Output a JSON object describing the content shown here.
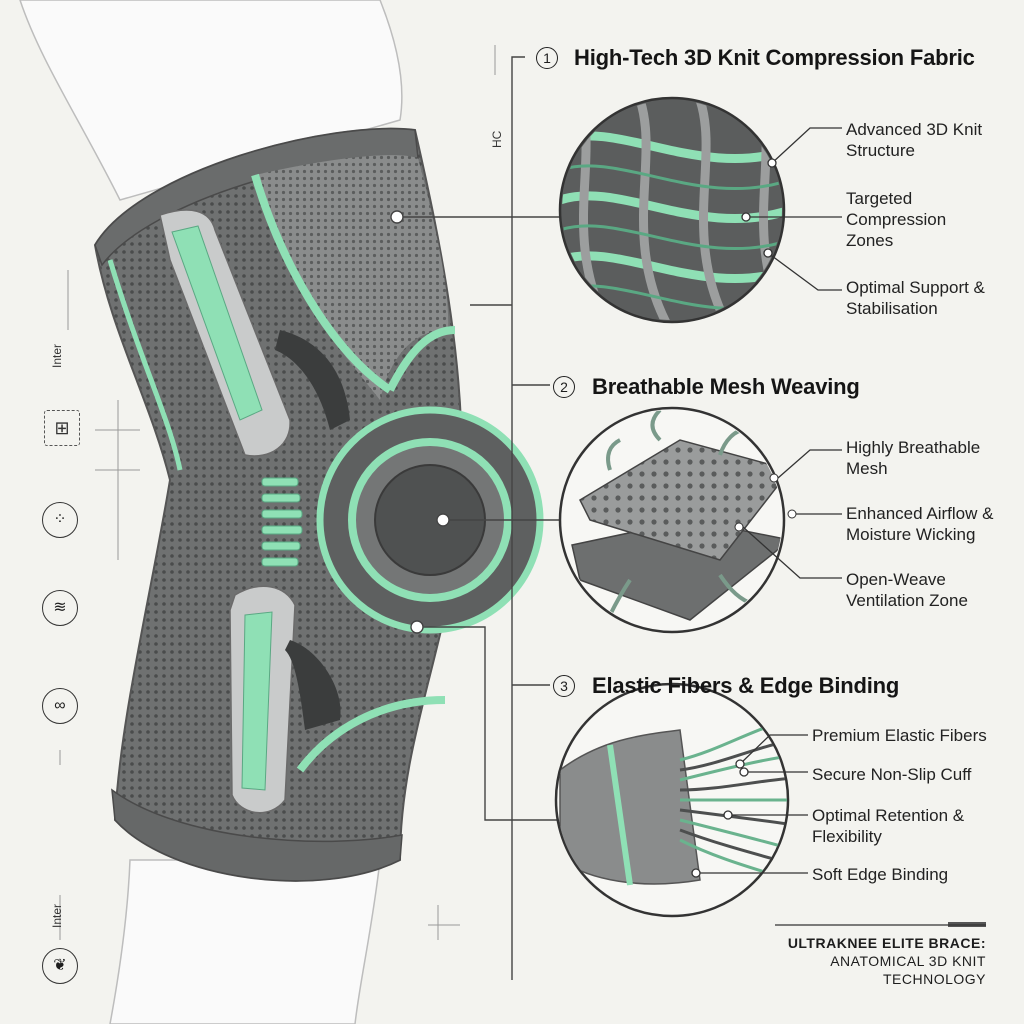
{
  "sections": [
    {
      "number": "1",
      "title": "High-Tech 3D Knit Compression Fabric",
      "callouts": [
        "Advanced 3D Knit Structure",
        "Targeted Compression Zones",
        "Optimal Support & Stabilisation"
      ]
    },
    {
      "number": "2",
      "title": "Breathable Mesh Weaving",
      "callouts": [
        "Highly Breathable Mesh",
        "Enhanced Airflow & Moisture Wicking",
        "Open-Weave Ventilation Zone"
      ]
    },
    {
      "number": "3",
      "title": "Elastic Fibers & Edge Binding",
      "callouts": [
        "Premium Elastic Fibers",
        "Secure Non-Slip Cuff",
        "Optimal Retention & Flexibility",
        "Soft Edge Binding"
      ]
    }
  ],
  "side_labels": {
    "top": "Inter",
    "bottom": "Inter",
    "hc": "HC"
  },
  "footer": {
    "brand": "ULTRAKNEE ELITE BRACE:",
    "subtitle_1": "ANATOMICAL 3D KNIT",
    "subtitle_2": "TECHNOLOGY"
  },
  "icons": [
    "target-icon",
    "nodes-icon",
    "layers-icon",
    "chain-link-icon",
    "brain-icon"
  ],
  "colors": {
    "accent_green": "#8fe0b5",
    "fabric_gray": "#6d6f6f",
    "dark_gray": "#4a4c4c",
    "background": "#f3f3ef"
  }
}
